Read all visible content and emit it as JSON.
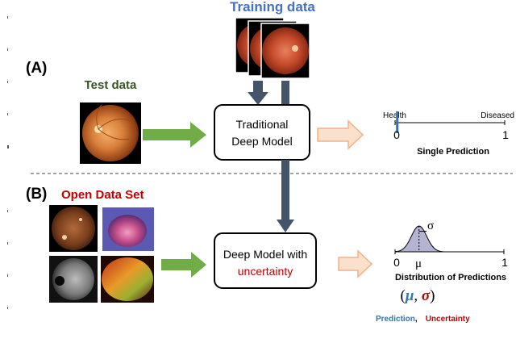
{
  "section_a": {
    "label": "(A)",
    "training_title": "Training data",
    "test_title": "Test data",
    "model_line1": "Traditional",
    "model_line2": "Deep Model",
    "scale_left": "Health",
    "scale_right": "Diseased",
    "tick_0": "0",
    "tick_1": "1",
    "caption": "Single Prediction",
    "prediction_value": 0.02
  },
  "section_b": {
    "label": "(B)",
    "open_title": "Open Data Set",
    "model_line1": "Deep Model with",
    "model_line2": "uncertainty",
    "sigma_label": "σ",
    "mu_label": "μ",
    "tick_0": "0",
    "tick_1": "1",
    "caption": "Distribution of Predictions",
    "formula_open": "(",
    "formula_mu": "μ",
    "formula_comma": ", ",
    "formula_sigma": "σ",
    "formula_close": ")",
    "legend_prediction": "Prediction",
    "legend_comma": ",",
    "legend_uncertainty": "Uncertainty",
    "mu_value": 0.22,
    "sigma_value": 0.07
  },
  "colors": {
    "training_title": "#4472c4",
    "test_title": "#375623",
    "open_title": "#c00000",
    "green_arrow": "#70ad47",
    "orange_arrow": "#f4b183",
    "dark_arrow": "#44546a",
    "prediction": "#2e75b6",
    "uncertainty": "#c00000",
    "distribution_fill": "#b4b4d2"
  }
}
